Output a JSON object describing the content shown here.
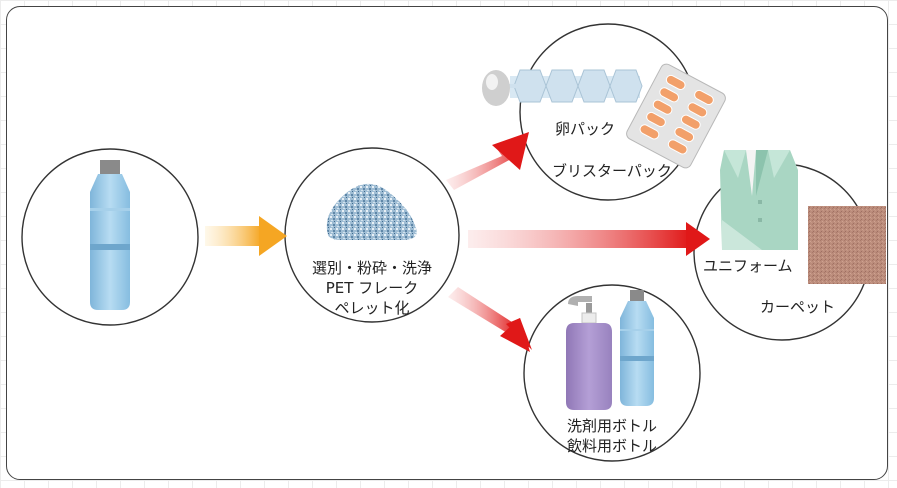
{
  "diagram": {
    "center_label_lines": [
      "選別・粉砕・洗浄",
      "PET フレーク",
      "ペレット化"
    ],
    "outputs": {
      "top": {
        "labels": [
          "卵パック",
          "ブリスターパック"
        ]
      },
      "right": {
        "labels": [
          "ユニフォーム",
          "カーペット"
        ]
      },
      "bottom": {
        "label_lines": [
          "洗剤用ボトル",
          "飲料用ボトル"
        ]
      }
    }
  },
  "colors": {
    "input_arrow": "#f5a623",
    "output_arrow": "#e01818",
    "bottle": "#9ccbe8",
    "detergent_bottle": "#a88ec8",
    "uniform": "#a9d6c3",
    "carpet": "#b88a7a"
  }
}
